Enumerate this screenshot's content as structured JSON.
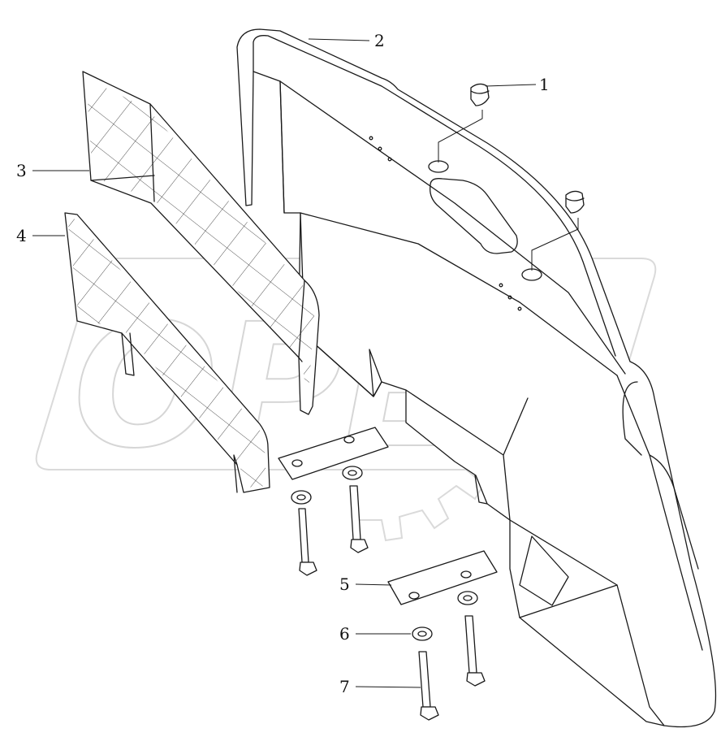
{
  "figure": {
    "watermark": "OPEX",
    "callouts": [
      {
        "id": "1",
        "text": "1"
      },
      {
        "id": "2",
        "text": "2"
      },
      {
        "id": "3",
        "text": "3"
      },
      {
        "id": "4",
        "text": "4"
      },
      {
        "id": "5",
        "text": "5"
      },
      {
        "id": "6",
        "text": "6"
      },
      {
        "id": "7",
        "text": "7"
      }
    ],
    "colors": {
      "line": "#1a1a1a",
      "watermark": "#d6d6d6",
      "background": "#ffffff"
    }
  }
}
